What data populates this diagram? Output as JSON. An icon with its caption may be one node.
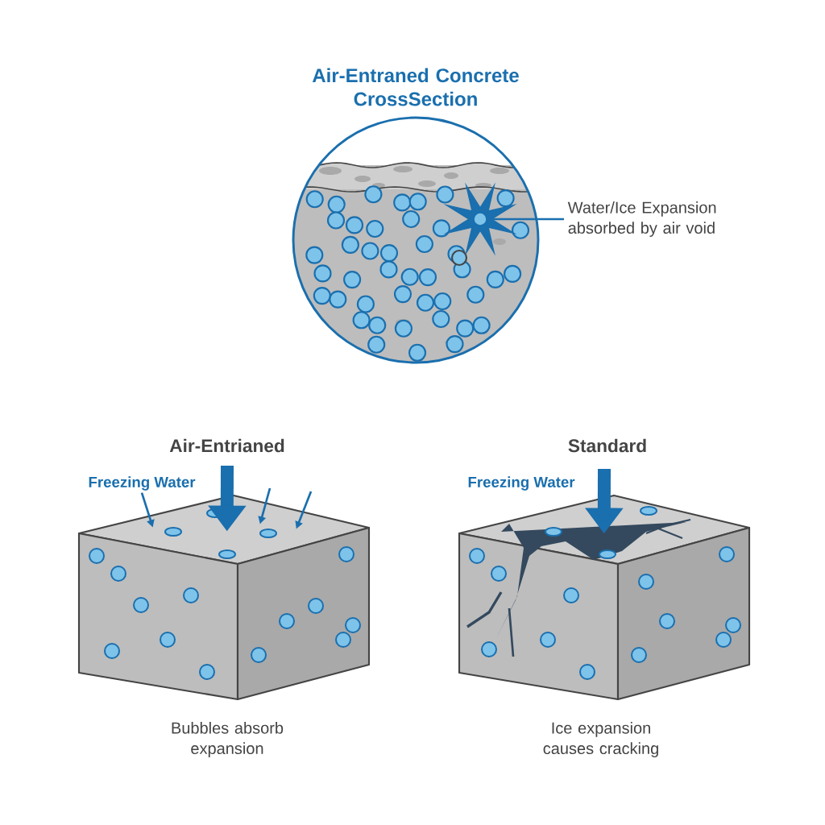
{
  "diagram": {
    "nodes": [
      {
        "text": [
          "Air-Entraned Concrete CrossSection"
        ]
      },
      {
        "text": [
          "Water/Ice Expansion absorbed by air void"
        ]
      },
      {
        "text": [],
        "shape": "star",
        "in": 0
      },
      {
        "text": [],
        "shape": "cube",
        "beside": [
          "Bubbles absorb expansion"
        ]
      },
      {
        "text": [
          "Freezing Water"
        ]
      },
      {
        "text": [],
        "shape": "cube",
        "beside": [
          "Ice expansion causes cracking"
        ]
      },
      {
        "text": [
          "Freezing Water"
        ]
      }
    ],
    "edges": [
      {
        "from": 1,
        "to": 2,
        "arrow": "none"
      },
      {
        "from": null,
        "to": 3,
        "arrow": "to",
        "style": "thick"
      },
      {
        "from": 4,
        "to": 3,
        "arrow": "to"
      },
      {
        "from": null,
        "to": 3,
        "arrow": "to"
      },
      {
        "from": null,
        "to": 3,
        "arrow": "to"
      },
      {
        "from": null,
        "to": 5,
        "arrow": "to",
        "style": "thick"
      }
    ],
    "labels": [
      "Air-Entrianed",
      "Standard"
    ]
  }
}
